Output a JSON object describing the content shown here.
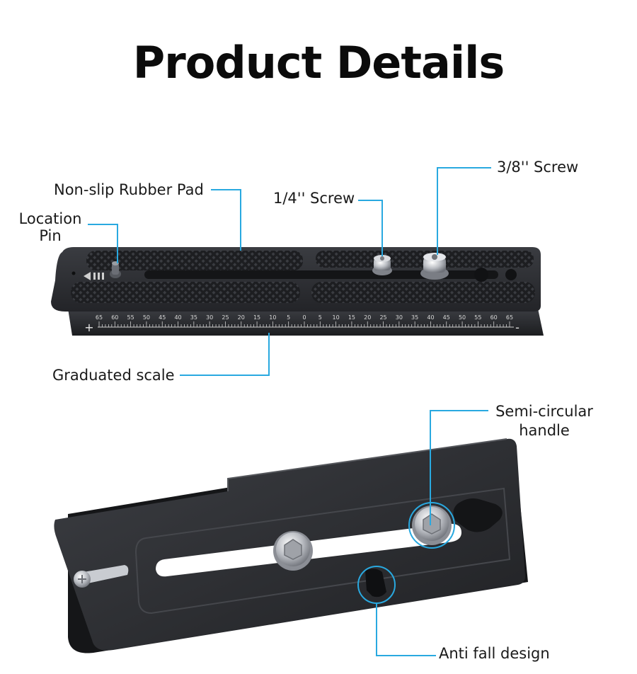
{
  "page": {
    "title": "Product Details"
  },
  "callouts": {
    "rubber_pad": "Non-slip Rubber Pad",
    "location_pin_line1": "Location",
    "location_pin_line2": "Pin",
    "quarter_screw": "1/4'' Screw",
    "three_eighths_screw": "3/8'' Screw",
    "graduated_scale": "Graduated scale",
    "semi_circular_line1": "Semi-circular",
    "semi_circular_line2": "handle",
    "anti_fall": "Anti fall design"
  },
  "scale": {
    "plus_sign": "+",
    "minus_sign": "-",
    "ticks": [
      "65",
      "60",
      "55",
      "50",
      "45",
      "40",
      "35",
      "30",
      "25",
      "20",
      "15",
      "10",
      "5",
      "0",
      "5",
      "10",
      "15",
      "20",
      "25",
      "30",
      "35",
      "40",
      "45",
      "50",
      "55",
      "60",
      "65"
    ]
  },
  "colors": {
    "accent": "#29a9e0",
    "plate": "#2b2d31"
  }
}
